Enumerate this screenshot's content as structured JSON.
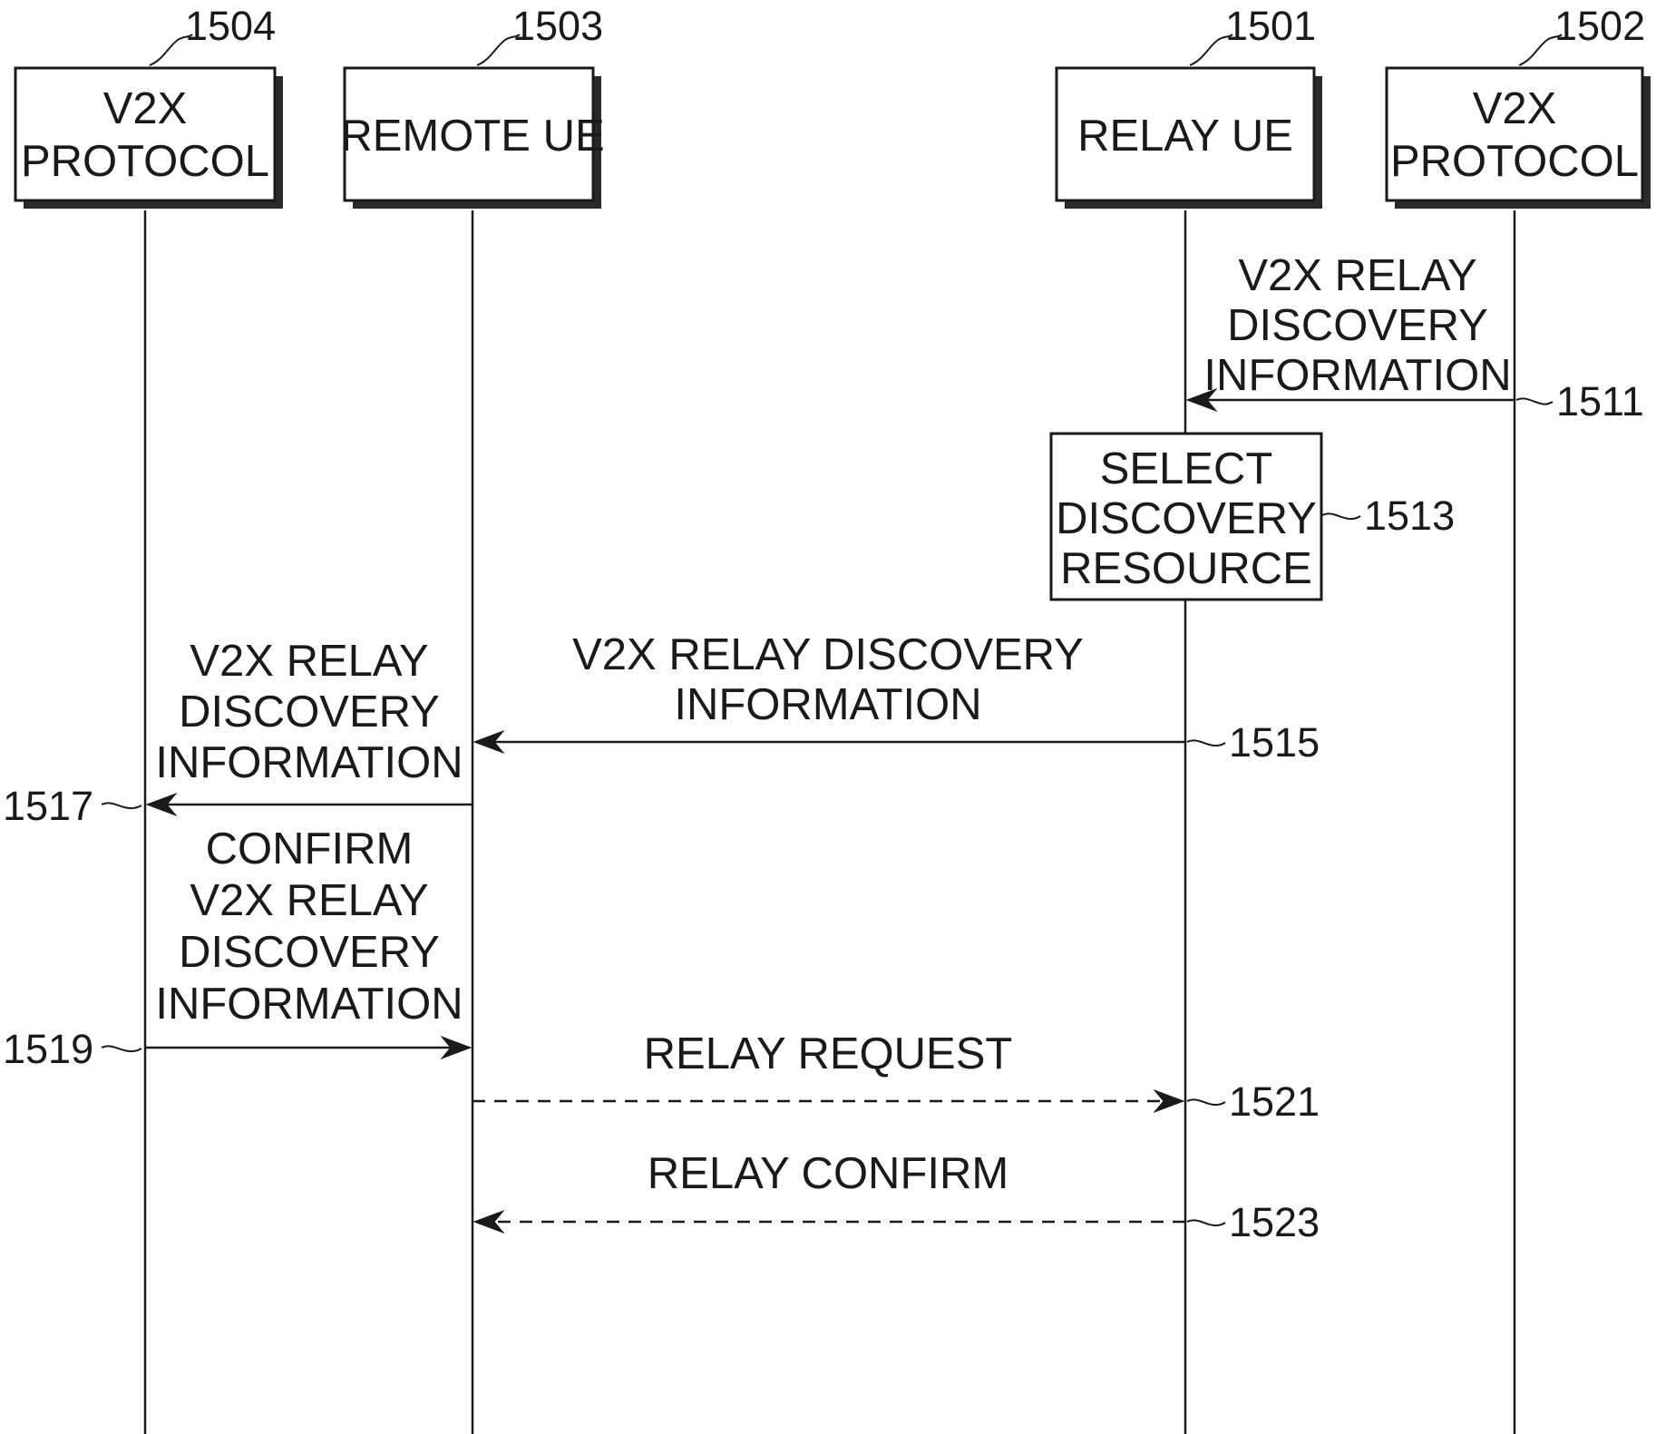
{
  "participants": [
    {
      "id": "p1504",
      "ref": "1504",
      "lines": [
        "V2X",
        "PROTOCOL"
      ]
    },
    {
      "id": "p1503",
      "ref": "1503",
      "lines": [
        "REMOTE UE"
      ]
    },
    {
      "id": "p1501",
      "ref": "1501",
      "lines": [
        "RELAY UE"
      ]
    },
    {
      "id": "p1502",
      "ref": "1502",
      "lines": [
        "V2X",
        "PROTOCOL"
      ]
    }
  ],
  "steps": {
    "s1511": {
      "ref": "1511",
      "lines": [
        "V2X RELAY",
        "DISCOVERY",
        "INFORMATION"
      ],
      "from": "p1502",
      "to": "p1501",
      "style": "solid"
    },
    "s1513": {
      "ref": "1513",
      "lines": [
        "SELECT",
        "DISCOVERY",
        "RESOURCE"
      ],
      "on": "p1501"
    },
    "s1515": {
      "ref": "1515",
      "lines": [
        "V2X RELAY DISCOVERY",
        "INFORMATION"
      ],
      "from": "p1501",
      "to": "p1503",
      "style": "solid"
    },
    "s1517": {
      "ref": "1517",
      "lines": [
        "V2X RELAY",
        "DISCOVERY",
        "INFORMATION"
      ],
      "from": "p1503",
      "to": "p1504",
      "style": "solid"
    },
    "s1519": {
      "ref": "1519",
      "lines": [
        "CONFIRM",
        "V2X RELAY",
        "DISCOVERY",
        "INFORMATION"
      ],
      "from": "p1504",
      "to": "p1503",
      "style": "solid"
    },
    "s1521": {
      "ref": "1521",
      "lines": [
        "RELAY REQUEST"
      ],
      "from": "p1503",
      "to": "p1501",
      "style": "dashed"
    },
    "s1523": {
      "ref": "1523",
      "lines": [
        "RELAY CONFIRM"
      ],
      "from": "p1501",
      "to": "p1503",
      "style": "dashed"
    }
  }
}
